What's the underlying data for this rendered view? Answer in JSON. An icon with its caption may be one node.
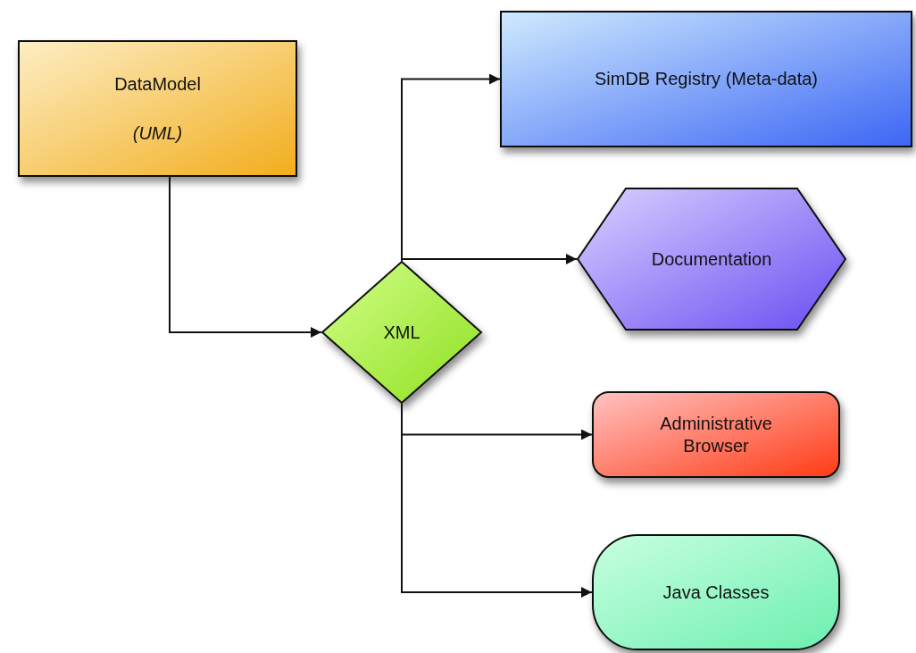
{
  "diagram": {
    "nodes": [
      {
        "text": [
          "DataModel",
          "(UML)"
        ]
      },
      {
        "text": [
          "XML"
        ]
      },
      {
        "text": [
          "SimDB Registry (Meta-data)"
        ]
      },
      {
        "text": [
          "Documentation"
        ]
      },
      {
        "text": [
          "Administrative Browser"
        ]
      },
      {
        "text": [
          "Java Classes"
        ]
      }
    ],
    "edges": [
      {
        "from": 0,
        "to": 1,
        "arrow": "to"
      },
      {
        "from": 1,
        "to": 2,
        "arrow": "to"
      },
      {
        "from": 1,
        "to": 3,
        "arrow": "to"
      },
      {
        "from": 1,
        "to": 4,
        "arrow": "to"
      },
      {
        "from": 1,
        "to": 5,
        "arrow": "to"
      }
    ]
  }
}
